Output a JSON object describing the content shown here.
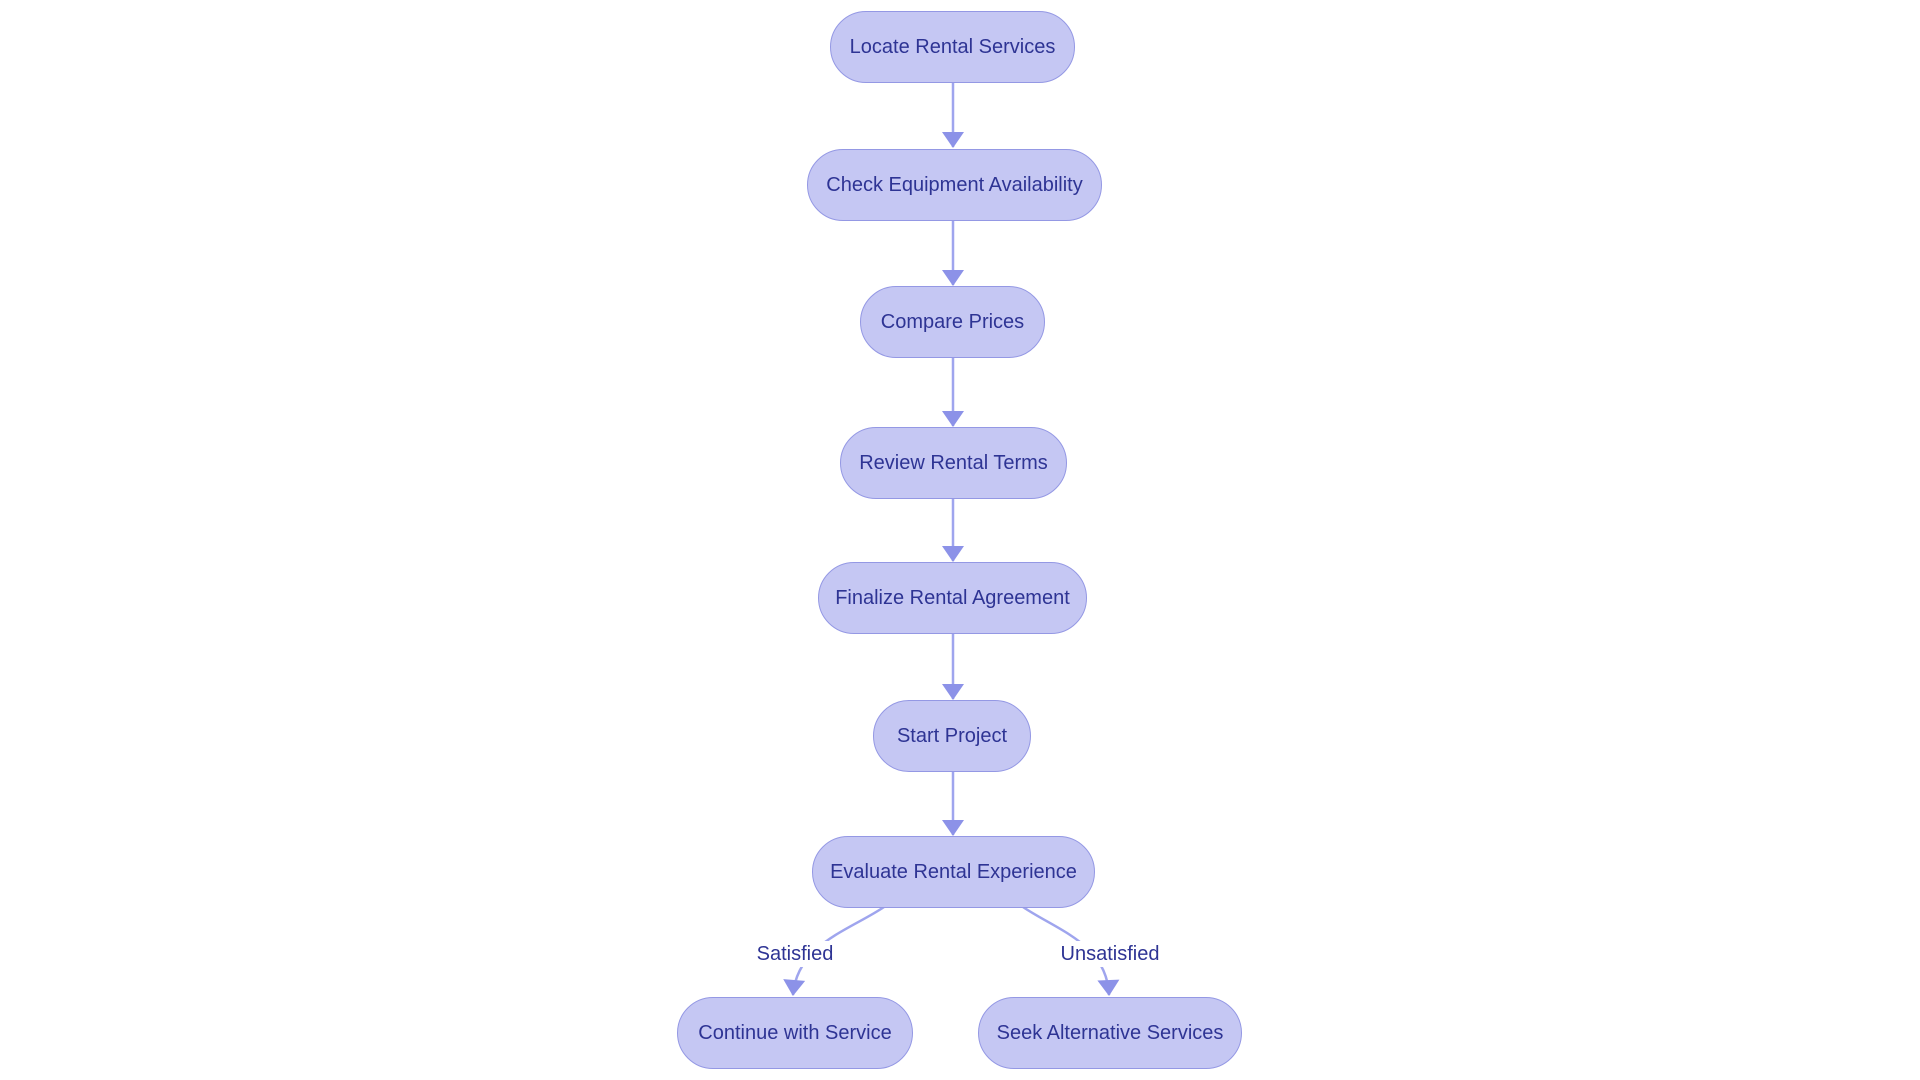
{
  "diagram": {
    "type": "flowchart",
    "direction": "top-down",
    "colors": {
      "background": "#ffffff",
      "node_fill": "#c5c7f3",
      "node_border": "#9498e4",
      "node_text": "#2e3494",
      "edge": "#9fa5ee",
      "arrowhead": "#8c92e8"
    },
    "nodes": [
      {
        "id": "locate-rental-services",
        "label": "Locate Rental Services"
      },
      {
        "id": "check-equipment-availability",
        "label": "Check Equipment Availability"
      },
      {
        "id": "compare-prices",
        "label": "Compare Prices"
      },
      {
        "id": "review-rental-terms",
        "label": "Review Rental Terms"
      },
      {
        "id": "finalize-rental-agreement",
        "label": "Finalize Rental Agreement"
      },
      {
        "id": "start-project",
        "label": "Start Project"
      },
      {
        "id": "evaluate-rental-experience",
        "label": "Evaluate Rental Experience"
      },
      {
        "id": "continue-with-service",
        "label": "Continue with Service"
      },
      {
        "id": "seek-alternative-services",
        "label": "Seek Alternative Services"
      }
    ],
    "edges": [
      {
        "from": "locate-rental-services",
        "to": "check-equipment-availability",
        "label": ""
      },
      {
        "from": "check-equipment-availability",
        "to": "compare-prices",
        "label": ""
      },
      {
        "from": "compare-prices",
        "to": "review-rental-terms",
        "label": ""
      },
      {
        "from": "review-rental-terms",
        "to": "finalize-rental-agreement",
        "label": ""
      },
      {
        "from": "finalize-rental-agreement",
        "to": "start-project",
        "label": ""
      },
      {
        "from": "start-project",
        "to": "evaluate-rental-experience",
        "label": ""
      },
      {
        "from": "evaluate-rental-experience",
        "to": "continue-with-service",
        "label": "Satisfied"
      },
      {
        "from": "evaluate-rental-experience",
        "to": "seek-alternative-services",
        "label": "Unsatisfied"
      }
    ]
  }
}
